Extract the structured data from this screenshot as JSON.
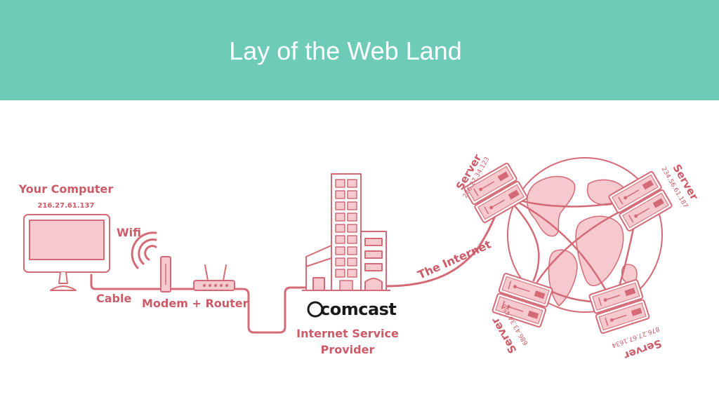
{
  "slide": {
    "title": "Lay of the Web Land"
  },
  "diagram": {
    "computer": {
      "label": "Your Computer",
      "ip": "216.27.61.137"
    },
    "wifi_label": "Wifi",
    "cable_label": "Cable",
    "modem_label": "Modem + Router",
    "isp": {
      "logo": "comcast",
      "label_line1": "Internet Service",
      "label_line2": "Provider"
    },
    "internet_label": "The Internet",
    "servers": [
      {
        "label": "Server",
        "ip": "276.27.34.123"
      },
      {
        "label": "Server",
        "ip": "234.56.61.187"
      },
      {
        "label": "Server",
        "ip": "686.43.34.456"
      },
      {
        "label": "Server",
        "ip": "876.27.67.1634"
      }
    ],
    "colors": {
      "stroke": "#d46a76",
      "fill": "#f6c9ce",
      "text": "#cc5a67",
      "banner": "#6dcbb7",
      "logo": "#1a1a1a"
    }
  }
}
